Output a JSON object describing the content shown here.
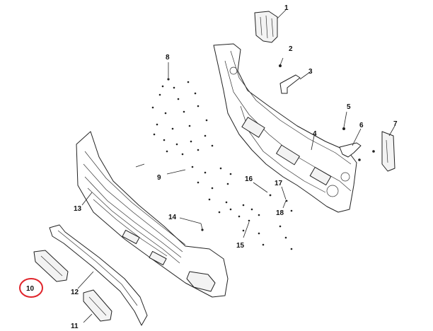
{
  "diagram": {
    "highlight_color": "#e0242b",
    "line_color": "#222222",
    "highlighted_callout": "10",
    "callouts": [
      {
        "id": "c1",
        "label": "1"
      },
      {
        "id": "c2",
        "label": "2"
      },
      {
        "id": "c3",
        "label": "3"
      },
      {
        "id": "c4",
        "label": "4"
      },
      {
        "id": "c5",
        "label": "5"
      },
      {
        "id": "c6",
        "label": "6"
      },
      {
        "id": "c7",
        "label": "7"
      },
      {
        "id": "c8",
        "label": "8"
      },
      {
        "id": "c9",
        "label": "9"
      },
      {
        "id": "c10",
        "label": "10"
      },
      {
        "id": "c11",
        "label": "11"
      },
      {
        "id": "c12",
        "label": "12"
      },
      {
        "id": "c13",
        "label": "13"
      },
      {
        "id": "c14",
        "label": "14"
      },
      {
        "id": "c15",
        "label": "15"
      },
      {
        "id": "c16",
        "label": "16"
      },
      {
        "id": "c17",
        "label": "17"
      },
      {
        "id": "c18",
        "label": "18"
      }
    ]
  }
}
